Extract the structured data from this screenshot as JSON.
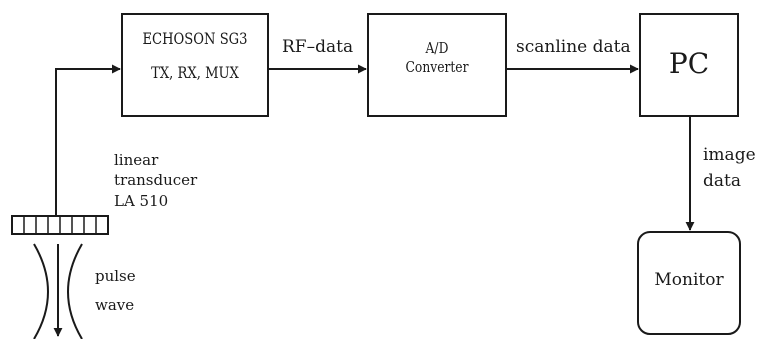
{
  "blocks": {
    "echoson": {
      "line1": "ECHOSON  SG3",
      "line2": "TX, RX, MUX"
    },
    "adc": {
      "line1": "A/D",
      "line2": "Converter"
    },
    "pc": {
      "label": "PC"
    },
    "monitor": {
      "label": "Monitor"
    }
  },
  "edges": {
    "rf": "RF–data",
    "scanline": "scanline data",
    "image_line1": "image",
    "image_line2": "data"
  },
  "transducer": {
    "line1": "linear",
    "line2": "transducer",
    "line3": "LA 510"
  },
  "pulse": {
    "line1": "pulse",
    "line2": "wave"
  },
  "colors": {
    "ink": "#1a1a1a",
    "background": "#ffffff"
  }
}
